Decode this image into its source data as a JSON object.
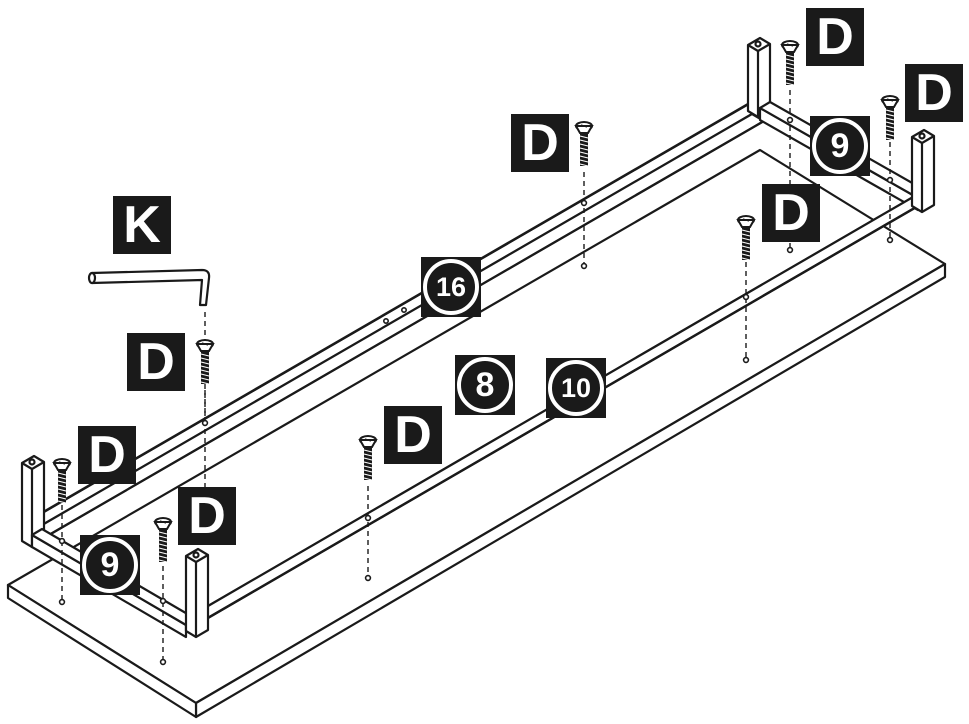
{
  "part_labels": {
    "screw": "D",
    "allen_key": "K"
  },
  "component_numbers": {
    "end_frame": "9",
    "board": "8",
    "front_rail": "10",
    "back_rail": "16"
  },
  "colors": {
    "line": "#1a1a1a",
    "label_bg": "#1a1a1a",
    "label_fg": "#ffffff",
    "background": "#ffffff"
  }
}
